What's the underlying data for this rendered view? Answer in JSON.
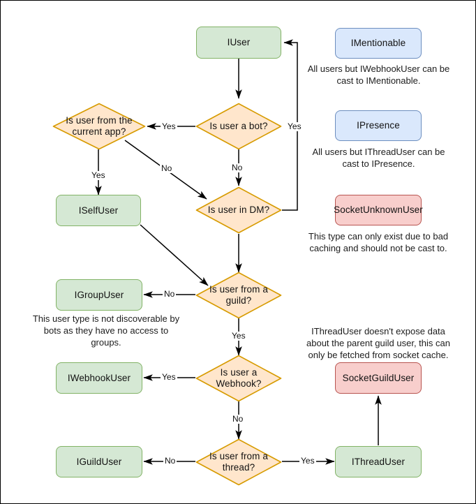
{
  "diagram": {
    "title": "Discord.Net user type resolution flowchart",
    "colors": {
      "green_fill": "#d5e8d4",
      "green_stroke": "#82b366",
      "blue_fill": "#dae8fc",
      "blue_stroke": "#6c8ebf",
      "red_fill": "#f8cecc",
      "red_stroke": "#b85450",
      "orange_fill": "#ffe6cc",
      "orange_stroke": "#d79b00",
      "edge_stroke": "#000000",
      "canvas_border": "#000000"
    },
    "nodes": {
      "iuser": "IUser",
      "is_bot": "Is user a bot?",
      "is_from_current_app": "Is user from the current app?",
      "iselfuser": "ISelfUser",
      "is_in_dm": "Is user in DM?",
      "is_from_guild": "Is user from a guild?",
      "igroupuser": "IGroupUser",
      "is_webhook": "Is user a Webhook?",
      "iwebhookuser": "IWebhookUser",
      "is_from_thread": "Is user from a thread?",
      "iguilduser": "IGuildUser",
      "ithreaduser": "IThreadUser",
      "imentionable": "IMentionable",
      "ipresence": "IPresence",
      "socketunknownuser": "SocketUnknownUser",
      "socketguilduser": "SocketGuildUser"
    },
    "notes": {
      "imentionable": "All users but IWebhookUser can be cast to IMentionable.",
      "ipresence": "All users but IThreadUser can be cast to IPresence.",
      "socketunknownuser": "This type can only exist due to bad caching and should not be cast to.",
      "igroupuser": "This user type is not discoverable by bots as they have no access to groups.",
      "socketguilduser": "IThreadUser doesn't expose data about the parent guild user, this can only be fetched from socket cache."
    },
    "edge_labels": {
      "bot_yes_to_current_app": "Yes",
      "bot_yes_to_iuser": "Yes",
      "bot_no_to_dm": "No",
      "current_app_yes": "Yes",
      "current_app_no": "No",
      "guild_no": "No",
      "guild_yes": "Yes",
      "webhook_yes": "Yes",
      "webhook_no": "No",
      "thread_no": "No",
      "thread_yes": "Yes"
    }
  }
}
